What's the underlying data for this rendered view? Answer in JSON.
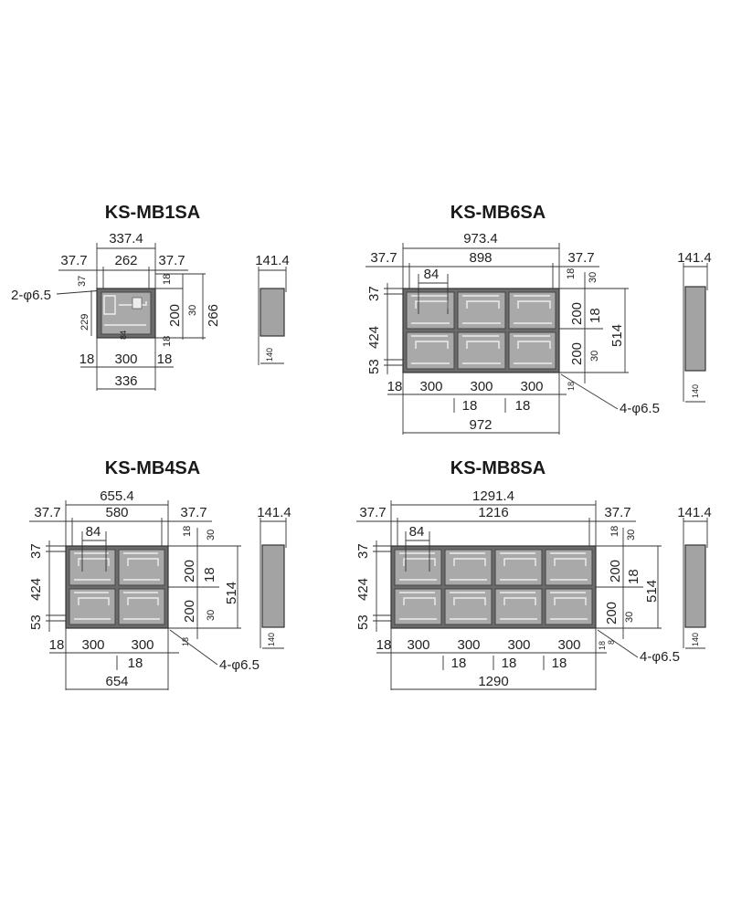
{
  "models": {
    "mb1": {
      "name": "KS-MB1SA",
      "total_top": "337.4",
      "inner_width": "262",
      "side_left": "37.7",
      "side_right": "37.7",
      "top_gap": "37",
      "hole_label": "2-φ6.5",
      "v18": "18",
      "v200": "200",
      "v30": "30",
      "height": "266",
      "v229": "229",
      "v84": "84",
      "v18b": "18",
      "bottom_left": "18",
      "door_width": "300",
      "bottom_right": "18",
      "total_bottom": "336",
      "depth": "141.4",
      "depth_inner": "140"
    },
    "mb6": {
      "name": "KS-MB6SA",
      "total_top": "973.4",
      "inner_width": "898",
      "side_left": "37.7",
      "side_right": "37.7",
      "v84": "84",
      "v37": "37",
      "v424": "424",
      "v53": "53",
      "v18a": "18",
      "v30a": "30",
      "v200a": "200",
      "v18b": "18",
      "v514": "514",
      "v200b": "200",
      "v30b": "30",
      "v18c": "18",
      "b18l": "18",
      "door1": "300",
      "door2": "300",
      "door3": "300",
      "gap1": "18",
      "gap2": "18",
      "total_bottom": "972",
      "hole_label": "4-φ6.5",
      "depth": "141.4",
      "depth_inner": "140"
    },
    "mb4": {
      "name": "KS-MB4SA",
      "total_top": "655.4",
      "inner_width": "580",
      "side_left": "37.7",
      "side_right": "37.7",
      "v84": "84",
      "v37": "37",
      "v424": "424",
      "v53": "53",
      "v18a": "18",
      "v30a": "30",
      "v200a": "200",
      "v18b": "18",
      "v514": "514",
      "v200b": "200",
      "v30b": "30",
      "v18c": "18",
      "b18l": "18",
      "door1": "300",
      "door2": "300",
      "gap1": "18",
      "total_bottom": "654",
      "hole_label": "4-φ6.5",
      "depth": "141.4",
      "depth_inner": "140"
    },
    "mb8": {
      "name": "KS-MB8SA",
      "total_top": "1291.4",
      "inner_width": "1216",
      "side_left": "37.7",
      "side_right": "37.7",
      "v84": "84",
      "v37": "37",
      "v424": "424",
      "v53": "53",
      "v18a": "18",
      "v30a": "30",
      "v200a": "200",
      "v18b": "18",
      "v514": "514",
      "v200b": "200",
      "v30b": "30",
      "v8": "8",
      "b18l": "18",
      "door1": "300",
      "door2": "300",
      "door3": "300",
      "door4": "300",
      "gap1": "18",
      "gap2": "18",
      "gap3": "18",
      "v18r": "18",
      "total_bottom": "1290",
      "hole_label": "4-φ6.5",
      "depth": "141.4",
      "depth_inner": "140"
    }
  }
}
